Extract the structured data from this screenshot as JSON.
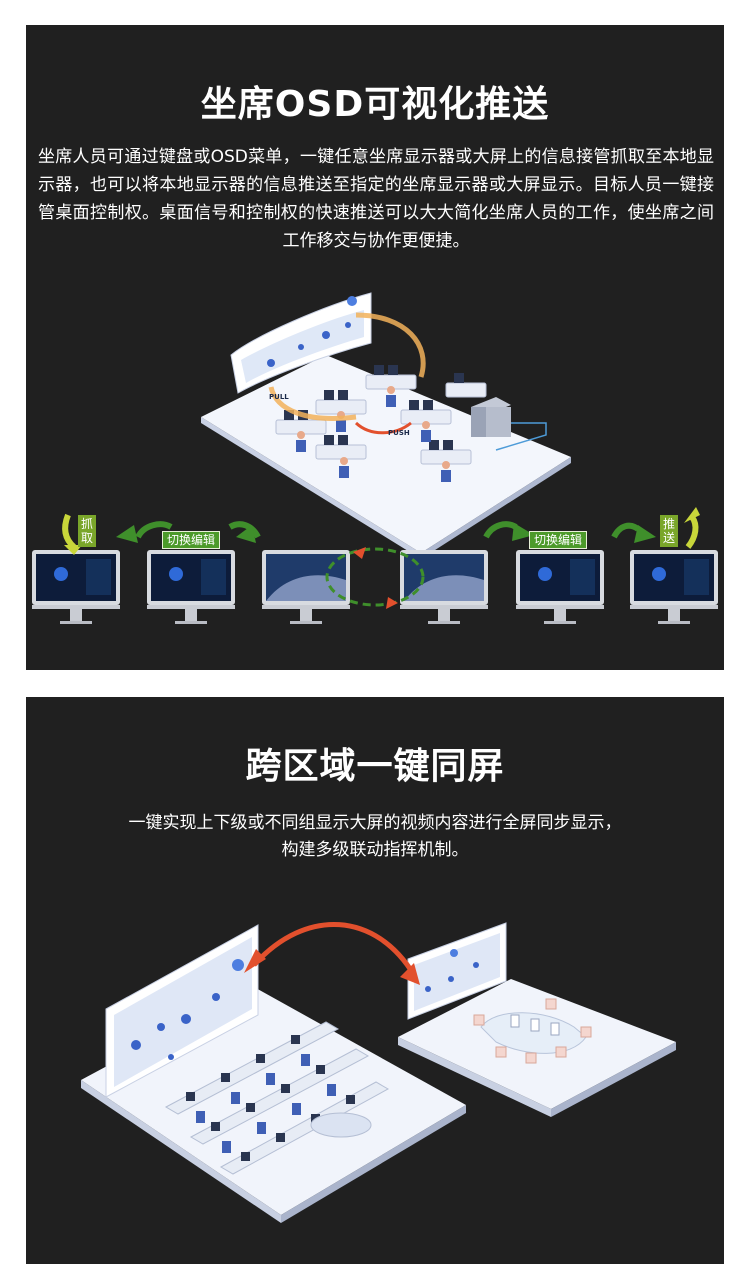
{
  "section1": {
    "title": "坐席OSD可视化推送",
    "description": "坐席人员可通过键盘或OSD菜单，一键任意坐席显示器或大屏上的信息接管抓取至本地显示器，也可以将本地显示器的信息推送至指定的坐席显示器或大屏显示。目标人员一键接管桌面控制权。桌面信号和控制权的快速推送可以大大简化坐席人员的工作，使坐席之间工作移交与协作更便捷。",
    "scene_labels": {
      "pull": "PULL",
      "push": "PUSH"
    },
    "flow": {
      "grab_label": "抓取",
      "switch_label_left": "切换编辑",
      "switch_label_right": "切换编辑",
      "push_label": "推送"
    }
  },
  "section2": {
    "title": "跨区域一键同屏",
    "description_line1": "一键实现上下级或不同组显示大屏的视频内容进行全屏同步显示，",
    "description_line2": "构建多级联动指挥机制。"
  },
  "colors": {
    "panel_bg": "#202020",
    "text": "#ffffff",
    "tag_green": "#4c9a2a",
    "arrow_green": "#3f8f2b",
    "arrow_yellow": "#c8d63a",
    "arrow_red": "#e2502d",
    "platform": "#eef2fa"
  },
  "icons": [
    "monitor-icon",
    "arrow-left-icon",
    "arrow-right-icon",
    "curved-arrow-icon"
  ]
}
